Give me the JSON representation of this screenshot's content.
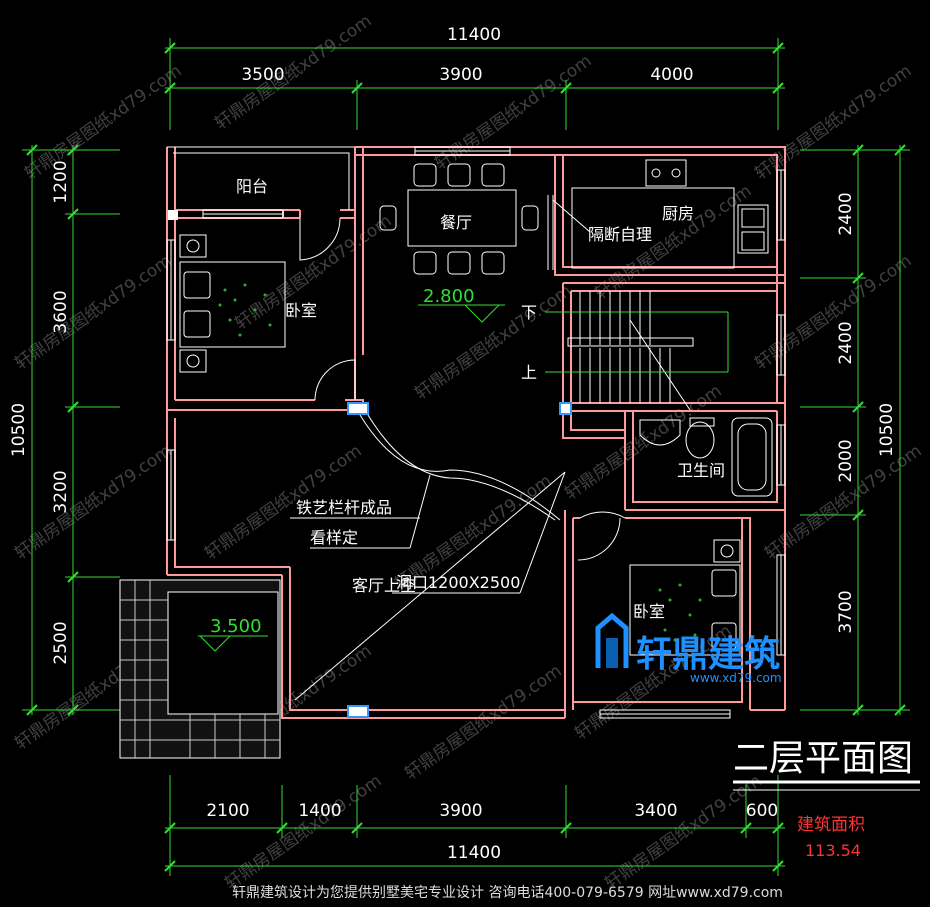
{
  "dimensions": {
    "top_total": "11400",
    "top_segments": [
      "3500",
      "3900",
      "4000"
    ],
    "bottom_segments": [
      "2100",
      "1400",
      "3900",
      "3400",
      "600"
    ],
    "bottom_total": "11400",
    "left_total": "10500",
    "left_segments": [
      "1200",
      "3600",
      "3200",
      "2500"
    ],
    "right_total": "10500",
    "right_segments": [
      "2400",
      "2400",
      "2000",
      "3700"
    ]
  },
  "rooms": {
    "balcony": "阳台",
    "bedroom_nw": "卧室",
    "dining": "餐厅",
    "partition": "隔断自理",
    "kitchen": "厨房",
    "bathroom": "卫生间",
    "bedroom_se": "卧室",
    "living_void": "客厅上空"
  },
  "annotations": {
    "elevation_dining": "2.800",
    "elevation_terrace": "3.500",
    "stair_down": "下",
    "stair_up": "上",
    "railing_line1": "铁艺栏杆成品",
    "railing_line2": "看样定",
    "opening": "洞口1200X2500"
  },
  "titles": {
    "plan_title": "二层平面图",
    "area_label": "建筑面积",
    "area_value": "113.54"
  },
  "logo": {
    "text": "轩鼎建筑",
    "site": "www.xd79.com"
  },
  "footer": {
    "text": "轩鼎建筑设计为您提供别墅美宅专业设计  咨询电话400-079-6579  网址www.xd79.com"
  },
  "watermark": "轩鼎房屋图纸xd79.com",
  "colors": {
    "wall": "#ff9a9a",
    "dimension": "#33dd33",
    "text": "#ffffff",
    "area": "#ff3333",
    "logo": "#1e90ff"
  }
}
